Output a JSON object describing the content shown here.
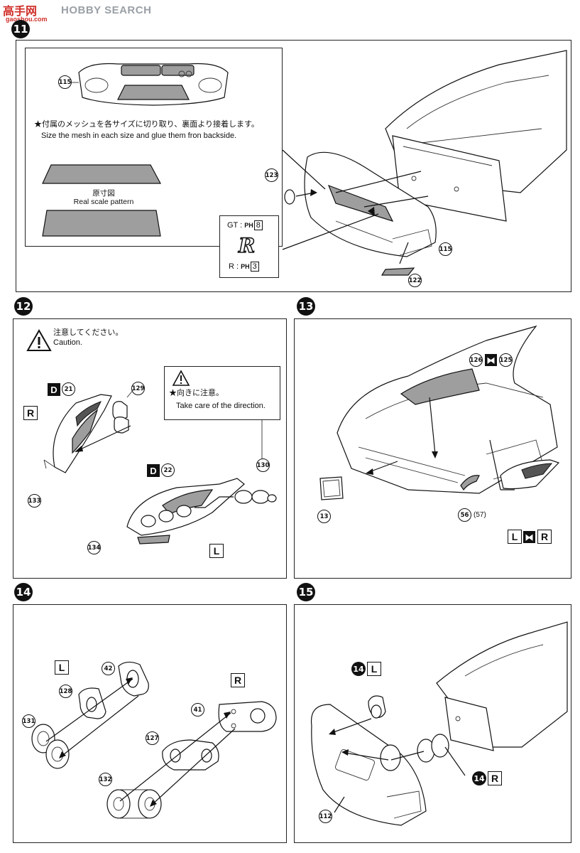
{
  "watermark": {
    "logo": "高手网",
    "text": "HOBBY SEARCH",
    "url": "gaoshou.com"
  },
  "step11": {
    "number": "11",
    "part_115": "115",
    "note_jp": "★付属のメッシュを各サイズに切り取り、裏面より接着します。",
    "note_en": "Size the mesh in each size and glue them fron backside.",
    "scale_jp": "原寸図",
    "scale_en": "Real scale pattern",
    "part_123": "123",
    "part_115b": "115",
    "part_122": "122",
    "decal_gt": "GT : ",
    "decal_gt_num": "8",
    "decal_r": "R : ",
    "decal_r_num": "3",
    "decal_prefix": "PH"
  },
  "step12": {
    "number": "12",
    "caution_jp": "注意してください。",
    "caution_en": "Caution.",
    "direction_jp": "★向きに注意。",
    "direction_en": "Take care of the direction.",
    "badge_d": "D",
    "part_21": "21",
    "part_22": "22",
    "side_r": "R",
    "side_l": "L",
    "part_129": "129",
    "part_130": "130",
    "part_133": "133",
    "part_134": "134"
  },
  "step13": {
    "number": "13",
    "part_126": "126",
    "part_125": "125",
    "part_13": "13",
    "part_56": "56",
    "part_57": "(57)",
    "side_l": "L",
    "side_r": "R"
  },
  "step14": {
    "number": "14",
    "side_l": "L",
    "side_r": "R",
    "part_42": "42",
    "part_128": "128",
    "part_131": "131",
    "part_41": "41",
    "part_127": "127",
    "part_132": "132"
  },
  "step15": {
    "number": "15",
    "ref_l": "14",
    "side_l": "L",
    "ref_r": "14",
    "side_r": "R",
    "part_112": "112"
  }
}
